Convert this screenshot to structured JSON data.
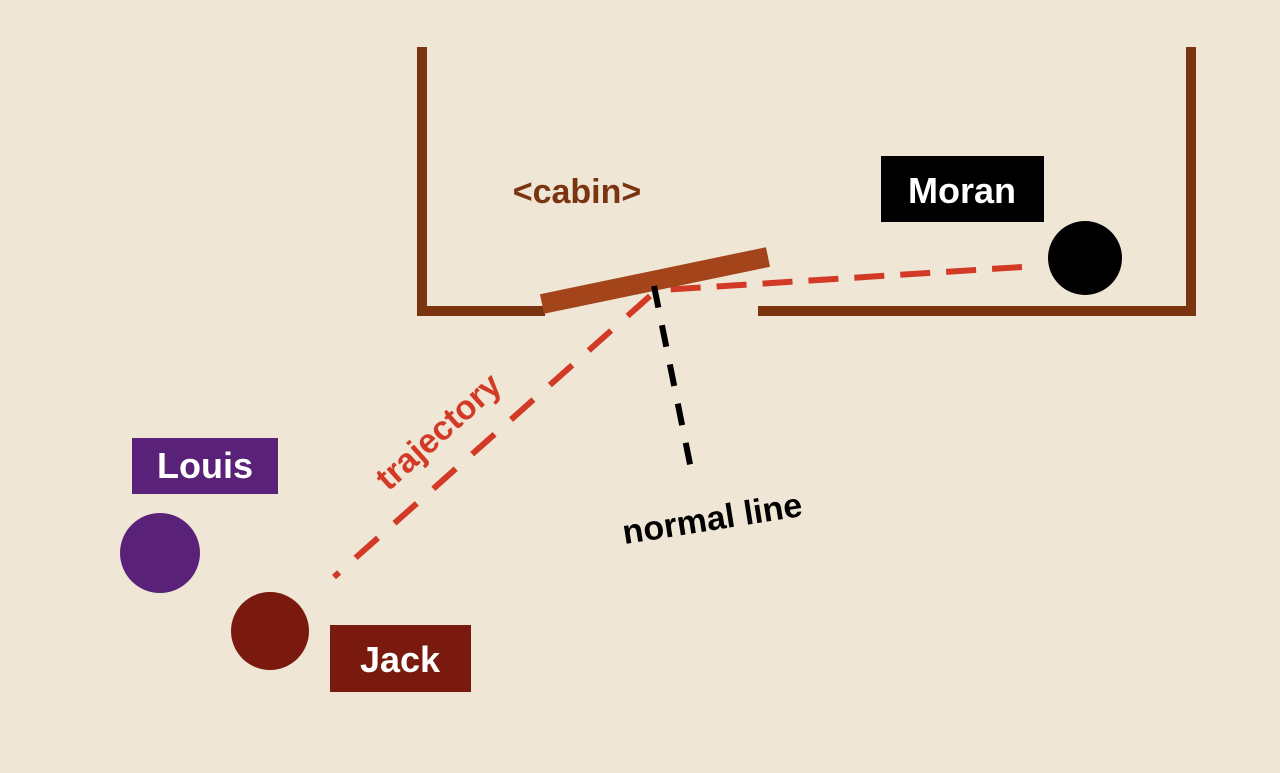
{
  "colors": {
    "background": "#efe6d6",
    "cabin": "#7a3410",
    "mirror": "#a3441a",
    "trajectory": "#d23a26",
    "normal": "#000000",
    "moran": "#000000",
    "louis": "#5a2178",
    "jack": "#7a1a0e",
    "label_text": "#ffffff"
  },
  "labels": {
    "cabin": "<cabin>",
    "trajectory": "trajectory",
    "normal_line": "normal line"
  },
  "people": {
    "moran": {
      "name": "Moran"
    },
    "louis": {
      "name": "Louis"
    },
    "jack": {
      "name": "Jack"
    }
  }
}
